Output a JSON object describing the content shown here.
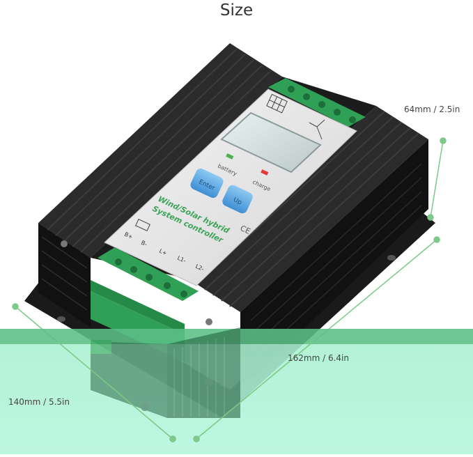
{
  "title": "Size",
  "dimensions": {
    "height_label": "64mm / 2.5in",
    "length_label": "162mm / 6.4in",
    "width_label": "140mm / 5.5in"
  },
  "panel": {
    "battery_label": "battery",
    "charge_label": "charge",
    "enter_button": "Enter",
    "up_button": "Up",
    "product_line1": "Wind/Solar hybrid",
    "product_line2": "System controller",
    "ce_mark": "CE",
    "terminal_b_plus": "B+",
    "terminal_b_minus": "B-",
    "terminal_l_plus": "L+",
    "terminal_l1": "L1-",
    "terminal_l2": "L2-"
  },
  "colors": {
    "dimension_line": "#7cc98a",
    "housing": "#141414",
    "terminal_green": "#2fa055",
    "button_blue": "#5aa8e6",
    "overlay_band": "#5fbe8a",
    "overlay_fill": "#b3f5db"
  }
}
